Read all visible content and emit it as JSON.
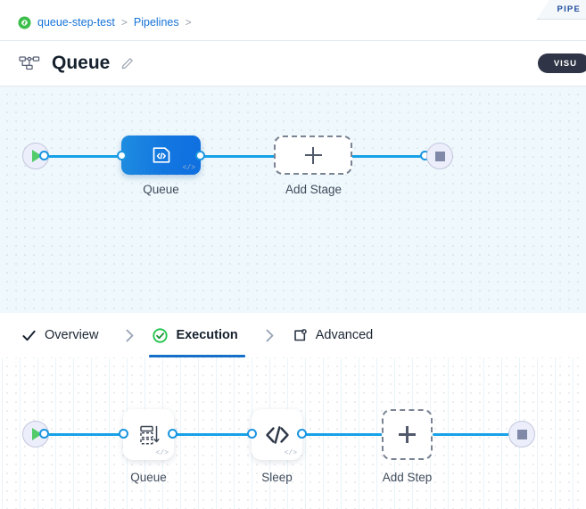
{
  "window": {
    "top_tab": {
      "label": "PIPE",
      "icon": "pipeline-tab-icon"
    }
  },
  "breadcrumb": {
    "project_icon": "project-badge-icon",
    "items": [
      {
        "label": "queue-step-test",
        "separator": ">"
      },
      {
        "label": "Pipelines",
        "separator": ">"
      }
    ]
  },
  "header": {
    "icon": "pipeline-hierarchy-icon",
    "title": "Queue",
    "edit_icon": "pencil-edit-icon",
    "visual_button": {
      "label": "VISU",
      "bg": "#2f3546",
      "fg": "#ffffff"
    }
  },
  "tabs": [
    {
      "id": "overview",
      "label": "Overview",
      "icon": "check-icon",
      "active": false
    },
    {
      "id": "execution",
      "label": "Execution",
      "icon": "check-circle-icon",
      "active": true
    },
    {
      "id": "advanced",
      "label": "Advanced",
      "icon": "advanced-gear-icon",
      "active": false
    }
  ],
  "tab_separator": ">",
  "colors": {
    "edge": "#17a2e8",
    "connector_ring": "#1b95e0",
    "node_blue_start": "#1f8de0",
    "node_blue_end": "#0f6fe0",
    "active_tab_underline": "#1670c9",
    "start_play": "#53cb6a",
    "stop_square": "#8189a8",
    "canvas_top_bg": "#eff8fc",
    "canvas_bottom_bg": "#ffffff",
    "breadcrumb_link": "#1573d8",
    "project_badge": "#3cbf4a"
  },
  "stage_canvas": {
    "name": "stage-graph",
    "start_node": {
      "name": "start-node",
      "icon": "play-icon"
    },
    "nodes": [
      {
        "id": "queue-stage",
        "label": "Queue",
        "style": "blue",
        "icon": "code-document-icon",
        "badge": "</>"
      },
      {
        "id": "add-stage",
        "label": "Add Stage",
        "style": "dashed",
        "icon": "plus-icon"
      }
    ],
    "end_node": {
      "name": "end-node",
      "icon": "stop-icon"
    }
  },
  "step_canvas": {
    "name": "step-graph",
    "start_node": {
      "name": "start-node",
      "icon": "play-icon"
    },
    "nodes": [
      {
        "id": "queue-step",
        "label": "Queue",
        "style": "white",
        "icon": "queue-stack-icon",
        "badge": "</>"
      },
      {
        "id": "sleep-step",
        "label": "Sleep",
        "style": "white",
        "icon": "code-angle-icon",
        "badge": "</>"
      },
      {
        "id": "add-step",
        "label": "Add Step",
        "style": "dashed",
        "icon": "plus-icon"
      }
    ],
    "end_node": {
      "name": "end-node",
      "icon": "stop-icon"
    }
  }
}
